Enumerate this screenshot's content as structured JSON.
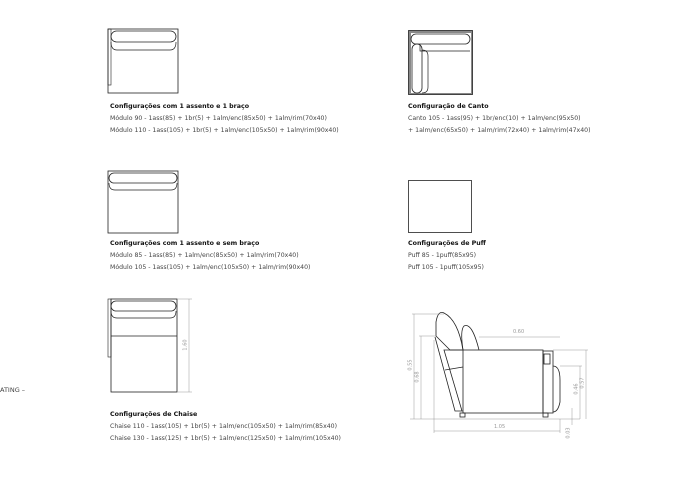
{
  "sections": [
    {
      "title": "Configurações com 1 assento e 1 braço",
      "lines": [
        "Módulo 90 - 1ass(85) + 1br(5) + 1alm/enc(85x50) + 1alm/rim(70x40)",
        "Módulo 110 - 1ass(105) + 1br(5) + 1alm/enc(105x50) + 1alm/rim(90x40)"
      ]
    },
    {
      "title": "Configuração de Canto",
      "lines": [
        "Canto 105 - 1ass(95) + 1br/enc(10) + 1alm/enc(95x50)",
        "+ 1alm/enc(65x50) + 1alm/rim(72x40) + 1alm/rim(47x40)"
      ]
    },
    {
      "title": "Configurações com 1 assento e sem braço",
      "lines": [
        "Módulo 85 - 1ass(85) + 1alm/enc(85x50) + 1alm/rim(70x40)",
        "Módulo 105 - 1ass(105) + 1alm/enc(105x50) + 1alm/rim(90x40)"
      ]
    },
    {
      "title": "Configurações de Puff",
      "lines": [
        "Puff 85 - 1puff(85x95)",
        "Puff 105 - 1puff(105x95)"
      ]
    },
    {
      "title": "Configurações de Chaise",
      "lines": [
        "Chaise 110 - 1ass(105) + 1br(5) + 1alm/enc(105x50) + 1alm/rim(85x40)",
        "Chaise 130 - 1ass(125) + 1br(5) + 1alm/enc(125x50) + 1alm/rim(105x40)"
      ]
    }
  ],
  "dimensions": {
    "chaise_length": "1.60",
    "depth_seat": "0.60",
    "total_height": "0.55",
    "back_height": "0.68",
    "arm_height": "0.57",
    "seat_height": "0.46",
    "foot_height": "0.03",
    "total_depth": "1.05"
  },
  "side_text": "ATING –"
}
